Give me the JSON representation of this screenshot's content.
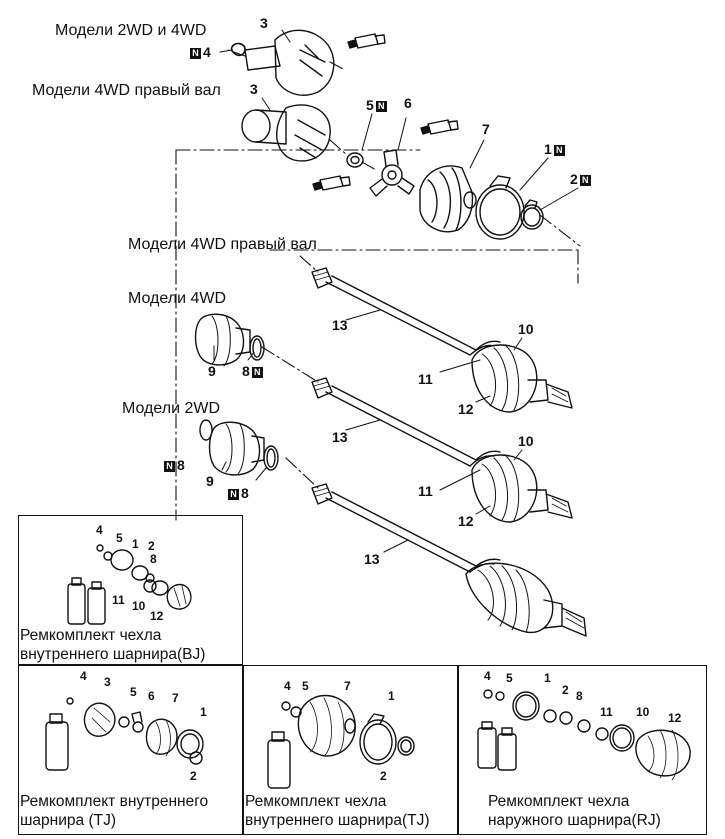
{
  "headers": {
    "models_2wd_4wd": "Модели 2WD и 4WD",
    "models_4wd_right_shaft_top": "Модели 4WD правый вал",
    "models_4wd_right_shaft_mid": "Модели 4WD правый вал",
    "models_4wd": "Модели 4WD",
    "models_2wd": "Модели 2WD"
  },
  "new_part_mark": "N",
  "callouts": {
    "c3a": "3",
    "c4": "4",
    "c3b": "3",
    "c5": "5",
    "c6": "6",
    "c7": "7",
    "c1": "1",
    "c2": "2",
    "c13a": "13",
    "c10a": "10",
    "c11a": "11",
    "c12a": "12",
    "c9a": "9",
    "c8a": "8",
    "c13b": "13",
    "c10b": "10",
    "c11b": "11",
    "c12b": "12",
    "c8b": "8",
    "c9b": "9",
    "c8c": "8",
    "c13c": "13"
  },
  "kits": {
    "bj": {
      "caption_line1": "Ремкомплект чехла",
      "caption_line2": "внутреннего шарнира(BJ)",
      "nums": {
        "n4": "4",
        "n5": "5",
        "n1": "1",
        "n2": "2",
        "n8": "8",
        "n11": "11",
        "n10": "10",
        "n12": "12"
      }
    },
    "tj_joint": {
      "caption_line1": "Ремкомплект внутреннего",
      "caption_line2": "шарнира (TJ)",
      "nums": {
        "n4": "4",
        "n3": "3",
        "n5": "5",
        "n6": "6",
        "n7": "7",
        "n1": "1",
        "n2": "2"
      }
    },
    "tj_boot": {
      "caption_line1": "Ремкомплект чехла",
      "caption_line2": "внутреннего шарнира(TJ)",
      "nums": {
        "n4": "4",
        "n5": "5",
        "n7": "7",
        "n1": "1",
        "n2": "2"
      }
    },
    "rj": {
      "caption_line1": "Ремкомплект чехла",
      "caption_line2": "наружного шарнира(RJ)",
      "nums": {
        "n4": "4",
        "n5": "5",
        "n1": "1",
        "n2": "2",
        "n8": "8",
        "n11": "11",
        "n10": "10",
        "n12": "12"
      }
    }
  }
}
